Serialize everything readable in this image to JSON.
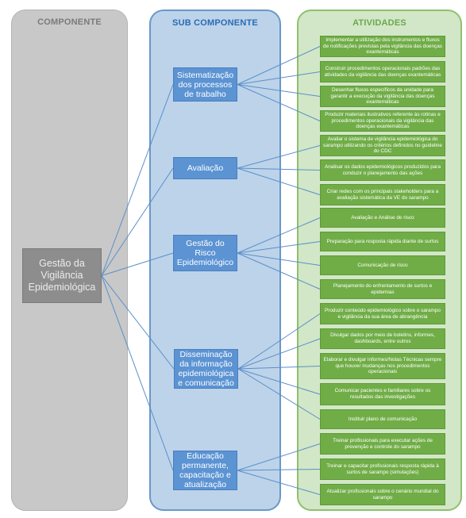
{
  "headers": {
    "componente": "COMPONENTE",
    "sub_componente": "SUB COMPONENTE",
    "atividades": "ATIVIDADES"
  },
  "componente": "Gestão da Vigilância Epidemiológica",
  "sub_componentes": [
    "Sistematização dos processos de trabalho",
    "Avaliação",
    "Gestão do Risco Epidemiológico",
    "Disseminação da informação epidemiológica e comunicação",
    "Educação permanente, capacitação e atualização"
  ],
  "atividades": [
    "Implementar a utilização dos instrumentos e fluxos de notificações previstas pela vigilância das doenças exantemáticas",
    "Construir procedimentos operacionais padrões das atividades da vigilância das doenças exantemáticas",
    "Desenhar fluxos específicos da unidade para garantir a execução da vigilância das doenças exantemáticas",
    "Produzir materiais ilustrativos referente às rotinas e procedimentos operacionais da vigilância das doenças exantemáticas",
    "Avaliar o sistema de vigilância epidemiológica do sarampo utilizando os critérios definidos no guideline do CDC",
    "Analisar os dados epidemiológicos produzidos para conduzir o planejamento das ações",
    "Criar redes com os principais stakeholders para a avaliação sistemática da VE do sarampo",
    "Avaliação e Análise de risco",
    "Preparação para resposta rápida diante de surtos",
    "Comunicação de risco",
    "Planejamento do enfrentamento de surtos e epidemias",
    "Produzir conteúdo epidemiológico sobre o sarampo e vigilância da sua área de abrangência",
    "Divulgar dados por meio de boletins, informes, dashboards, entre outros",
    "Elaborar e divulgar informes/Notas Técnicas sempre que houver mudanças nos procedimentos operacionais",
    "Comunicar pacientes e familiares sobre os resultados das investigações",
    "Instituir plano de comunicação",
    "Treinar profissionais para executar ações de prevenção e controle do sarampo",
    "Treinar e capacitar profissionais resposta rápida à surtos de sarampo (simulações)",
    "Atualizar profissionais sobre o cenário mundial do sarampo"
  ],
  "links": {
    "sub_to_atividades": [
      [
        0,
        1,
        2,
        3
      ],
      [
        4,
        5,
        6
      ],
      [
        7,
        8,
        9,
        10
      ],
      [
        11,
        12,
        13,
        14,
        15
      ],
      [
        16,
        17,
        18
      ]
    ]
  },
  "colors": {
    "componente_bg": "#c8c8c8",
    "componente_box": "#8d8d8d",
    "sub_bg": "#bcd3ea",
    "sub_box": "#5b93d3",
    "ativ_bg": "#d2e7c7",
    "ativ_box": "#70ad47",
    "line": "#5b8fc9"
  }
}
